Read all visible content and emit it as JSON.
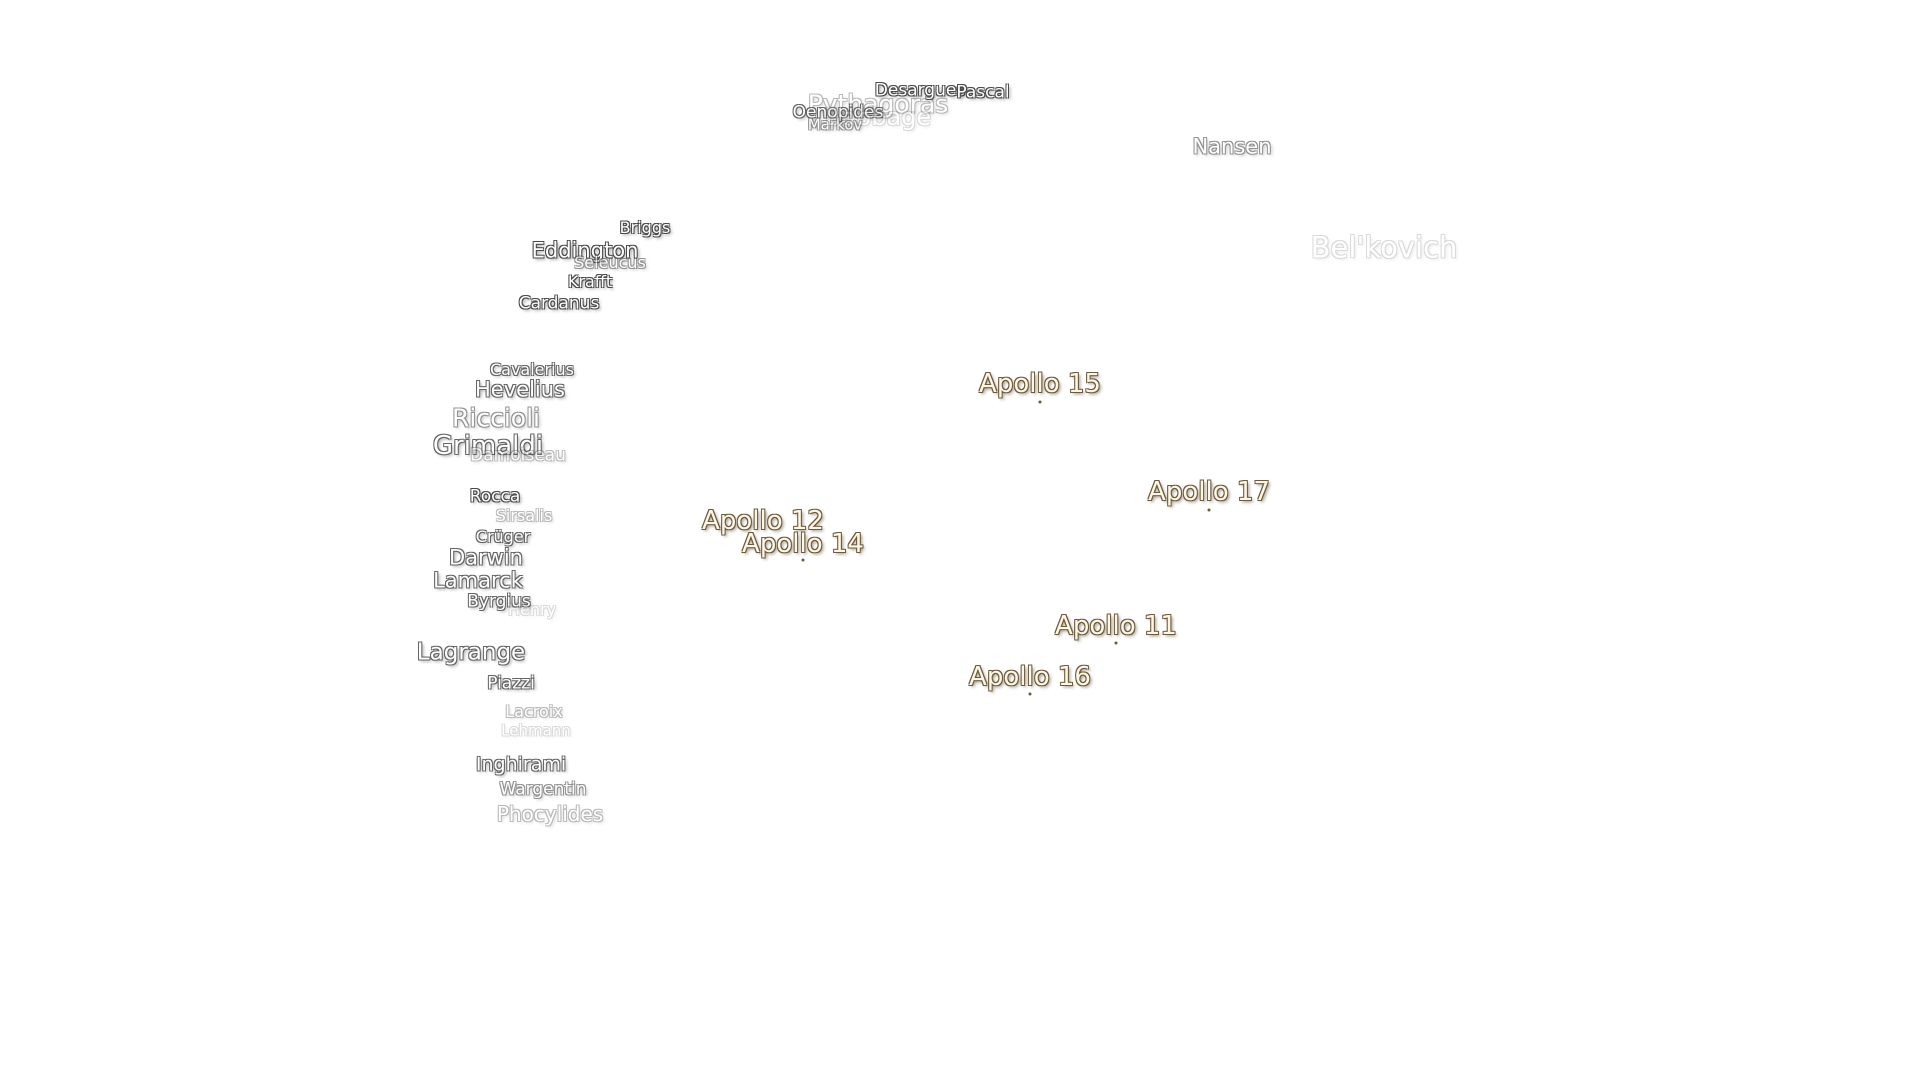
{
  "map": {
    "craters": [
      {
        "name": "Pythagoras"
      },
      {
        "name": "Oenopides"
      },
      {
        "name": "Markov"
      },
      {
        "name": "Babbage"
      },
      {
        "name": "Desargues"
      },
      {
        "name": "Pascal"
      },
      {
        "name": "Nansen"
      },
      {
        "name": "Bel'kovich"
      },
      {
        "name": "Briggs"
      },
      {
        "name": "Eddington"
      },
      {
        "name": "Seleucus"
      },
      {
        "name": "Krafft"
      },
      {
        "name": "Cardanus"
      },
      {
        "name": "Cavalerius"
      },
      {
        "name": "Hevelius"
      },
      {
        "name": "Riccioli"
      },
      {
        "name": "Grimaldi"
      },
      {
        "name": "Damoiseau"
      },
      {
        "name": "Rocca"
      },
      {
        "name": "Sirsalis"
      },
      {
        "name": "Crüger"
      },
      {
        "name": "Darwin"
      },
      {
        "name": "Lamarck"
      },
      {
        "name": "Byrgius"
      },
      {
        "name": "Henry"
      },
      {
        "name": "Lagrange"
      },
      {
        "name": "Piazzi"
      },
      {
        "name": "Lacroix"
      },
      {
        "name": "Lehmann"
      },
      {
        "name": "Inghirami"
      },
      {
        "name": "Wargentin"
      },
      {
        "name": "Phocylides"
      }
    ],
    "landing_sites": [
      {
        "name": "Apollo 15"
      },
      {
        "name": "Apollo 17"
      },
      {
        "name": "Apollo 12"
      },
      {
        "name": "Apollo 14"
      },
      {
        "name": "Apollo 11"
      },
      {
        "name": "Apollo 16"
      }
    ]
  }
}
